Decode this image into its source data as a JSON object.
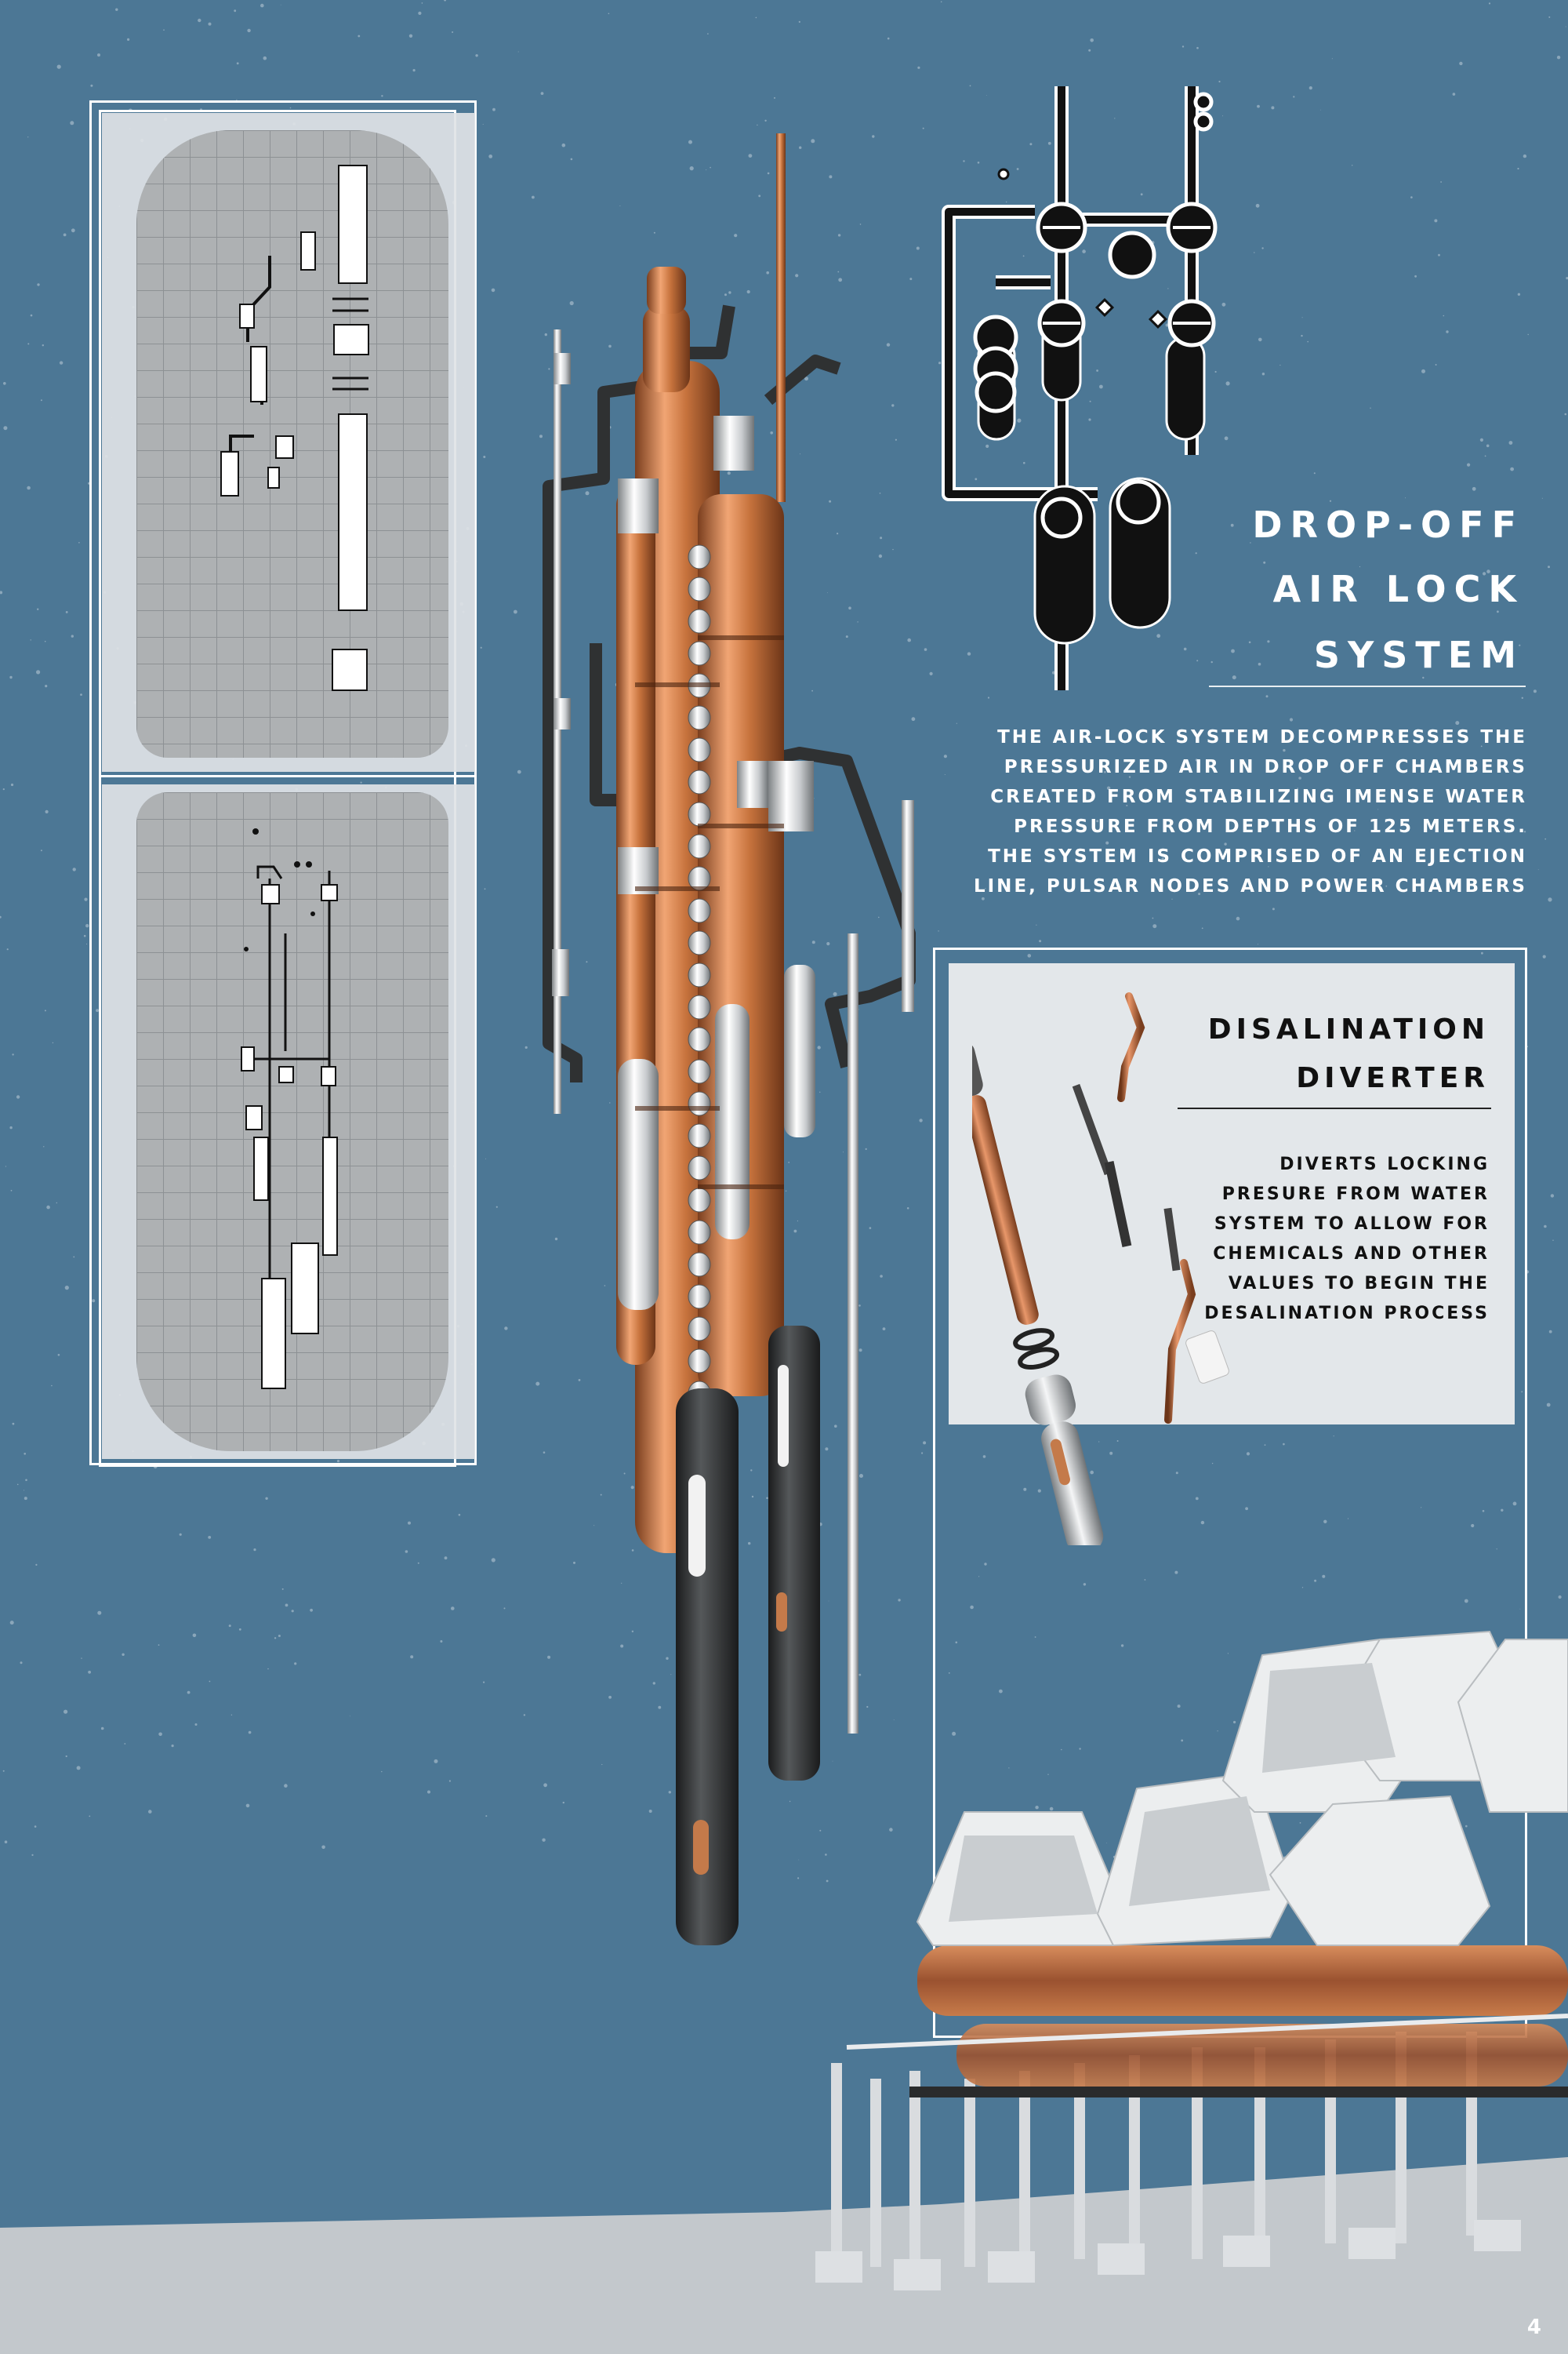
{
  "airlock": {
    "title_line1": "DROP-OFF",
    "title_line2": "AIR LOCK",
    "title_line3": "SYSTEM",
    "description": [
      "THE AIR-LOCK SYSTEM DECOMPRESSES THE",
      "PRESSURIZED AIR IN DROP OFF CHAMBERS",
      "CREATED FROM STABILIZING IMENSE WATER",
      "PRESSURE FROM DEPTHS OF 125 METERS.",
      "THE SYSTEM IS COMPRISED OF AN EJECTION",
      "LINE, PULSAR NODES AND POWER CHAMBERS"
    ]
  },
  "diverter": {
    "title_line1": "DISALINATION",
    "title_line2": "DIVERTER",
    "description": [
      "DIVERTS LOCKING",
      "PRESURE FROM WATER",
      "SYSTEM TO ALLOW FOR",
      "CHEMICALS AND OTHER",
      "VALUES TO BEGIN THE",
      "DESALINATION PROCESS"
    ]
  },
  "page_number": "4",
  "colors": {
    "background": "#4c7795",
    "copper": "#c7733d",
    "chrome": "#d9dcdf",
    "dark_pipe": "#333537",
    "panel": "#dfe3e6"
  },
  "icons": [
    "exploded-orthographic-drawing",
    "copper-pipe-assembly",
    "schematic-icon",
    "diverter-exploded-render",
    "concrete-structure-render"
  ]
}
